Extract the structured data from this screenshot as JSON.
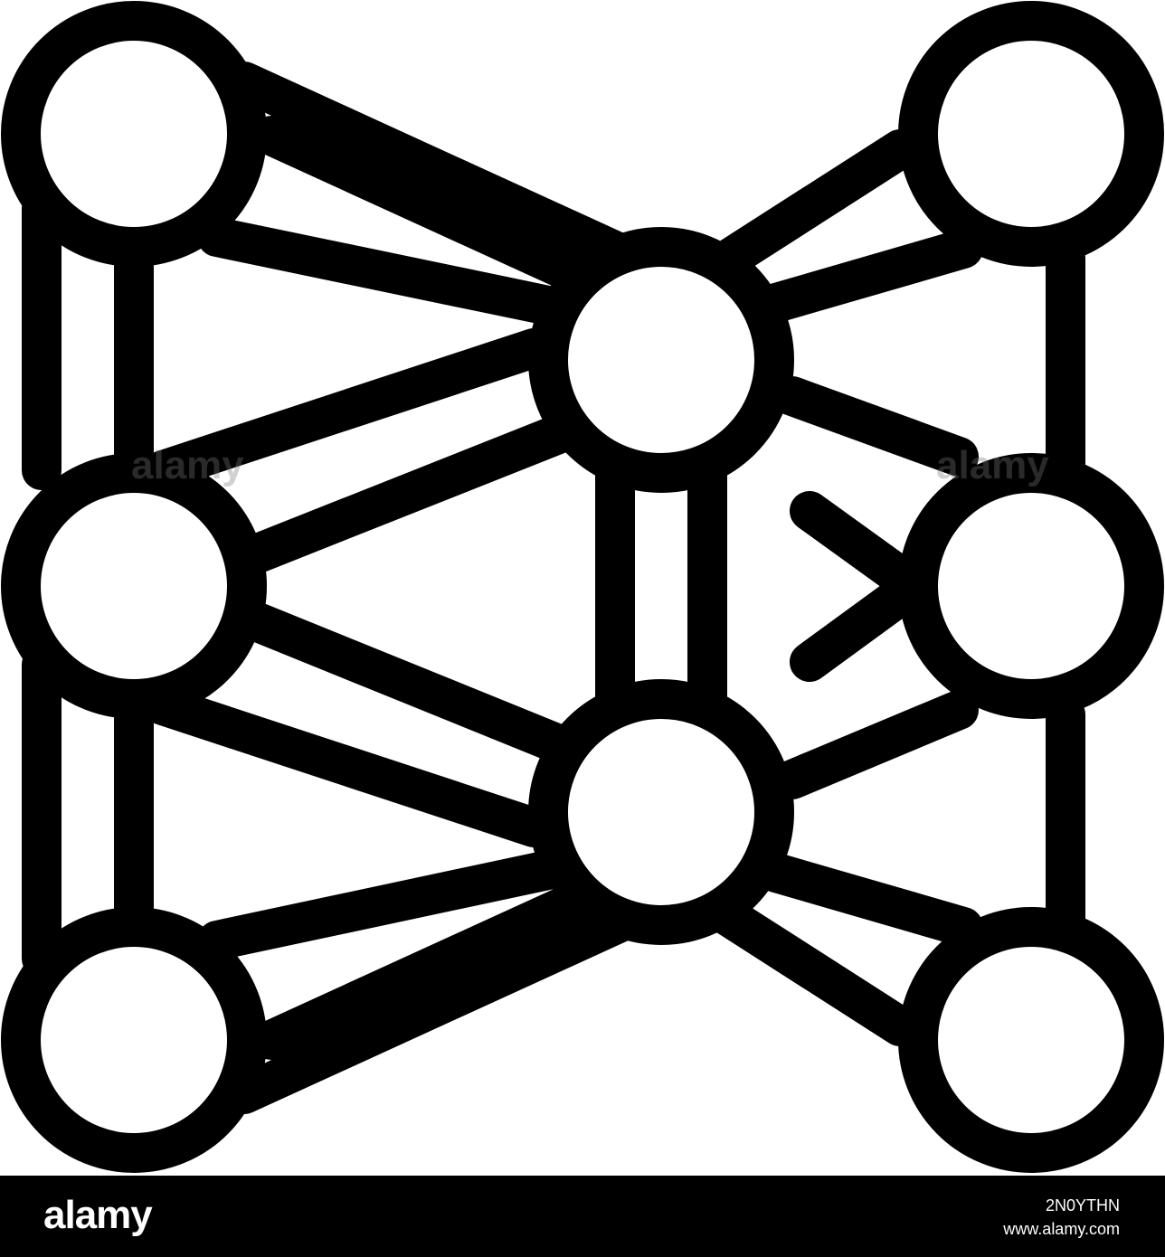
{
  "colors": {
    "stroke": "#000000",
    "node_fill": "#ffffff",
    "background": "#ffffff",
    "footer_bg": "#000000",
    "footer_text": "#ffffff"
  },
  "icon": {
    "name": "neural-network-graph-icon",
    "nodes": [
      {
        "id": "n1",
        "name": "node-top-left"
      },
      {
        "id": "n2",
        "name": "node-top-right"
      },
      {
        "id": "n3",
        "name": "node-center-top"
      },
      {
        "id": "n4",
        "name": "node-middle-left"
      },
      {
        "id": "n5",
        "name": "node-middle-right"
      },
      {
        "id": "n6",
        "name": "node-center-bottom"
      },
      {
        "id": "n7",
        "name": "node-bottom-left"
      },
      {
        "id": "n8",
        "name": "node-bottom-right"
      }
    ],
    "edges": [
      [
        "n1",
        "n3"
      ],
      [
        "n1",
        "n3"
      ],
      [
        "n4",
        "n3"
      ],
      [
        "n4",
        "n3"
      ],
      [
        "n4",
        "n6"
      ],
      [
        "n4",
        "n6"
      ],
      [
        "n7",
        "n6"
      ],
      [
        "n7",
        "n6"
      ],
      [
        "n2",
        "n3"
      ],
      [
        "n2",
        "n3"
      ],
      [
        "n5",
        "n3"
      ],
      [
        "n5",
        "n6"
      ],
      [
        "n8",
        "n6"
      ],
      [
        "n8",
        "n6"
      ],
      [
        "n3",
        "n6"
      ],
      [
        "n1",
        "n4"
      ],
      [
        "n4",
        "n7"
      ],
      [
        "n2",
        "n5"
      ],
      [
        "n5",
        "n8"
      ]
    ]
  },
  "footer": {
    "logo": "alamy",
    "image_id": "2N0YTHN",
    "site": "www.alamy.com"
  },
  "watermark": {
    "text": "alamy"
  }
}
